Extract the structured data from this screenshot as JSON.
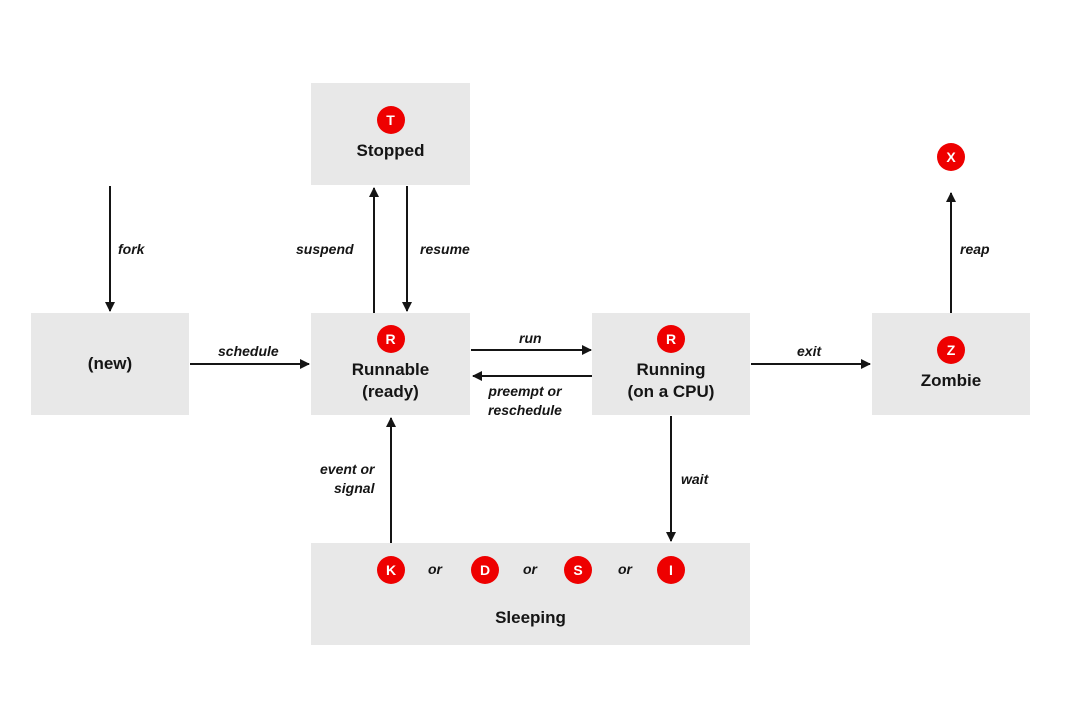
{
  "states": {
    "new": {
      "label": "(new)"
    },
    "stopped": {
      "badge": "T",
      "label": "Stopped"
    },
    "runnable": {
      "badge": "R",
      "label_line1": "Runnable",
      "label_line2": "(ready)"
    },
    "running": {
      "badge": "R",
      "label_line1": "Running",
      "label_line2": "(on a CPU)"
    },
    "zombie": {
      "badge": "Z",
      "label": "Zombie"
    },
    "dead": {
      "badge": "X"
    },
    "sleeping": {
      "label": "Sleeping",
      "badges": [
        "K",
        "D",
        "S",
        "I"
      ],
      "separator": "or"
    }
  },
  "transitions": {
    "fork": "fork",
    "schedule": "schedule",
    "suspend": "suspend",
    "resume": "resume",
    "run": "run",
    "preempt_line1": "preempt or",
    "preempt_line2": "reschedule",
    "exit": "exit",
    "reap": "reap",
    "wait": "wait",
    "event_line1": "event or",
    "event_line2": "signal"
  },
  "colors": {
    "box_fill": "#e8e8e8",
    "badge_fill": "#ee0000",
    "badge_text": "#ffffff",
    "text": "#151515",
    "arrow": "#151515"
  }
}
